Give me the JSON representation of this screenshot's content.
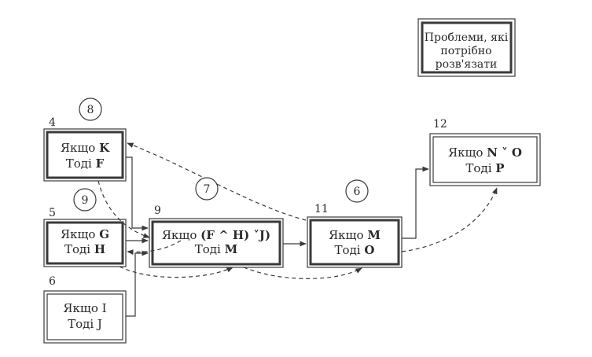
{
  "legend": {
    "lines": [
      "Проблеми, які",
      "потрібно",
      "розв'язати"
    ]
  },
  "rules": {
    "r4": {
      "number": "4",
      "if_word": "Якщо",
      "if_var": "K",
      "then_word": "Тоді",
      "then_var": "F"
    },
    "r5": {
      "number": "5",
      "if_word": "Якщо",
      "if_var": "G",
      "then_word": "Тоді",
      "then_var": "H"
    },
    "r6": {
      "number": "6",
      "if_word": "Якщо",
      "if_var": "I",
      "then_word": "Тоді",
      "then_var": "J"
    },
    "r9": {
      "number": "9",
      "if_word": "Якщо",
      "if_cond": "(F ^ H) ˅J)",
      "then_word": "Тоді",
      "then_var": "M"
    },
    "r11": {
      "number": "11",
      "if_word": "Якщо",
      "if_var": "M",
      "then_word": "Тоді",
      "then_var": "O"
    },
    "r12": {
      "number": "12",
      "if_word": "Якщо",
      "if_var": "N ˅ O",
      "then_word": "Тоді",
      "then_var": "P"
    }
  },
  "steps": {
    "s6": "6",
    "s7": "7",
    "s8": "8",
    "s9": "9"
  }
}
